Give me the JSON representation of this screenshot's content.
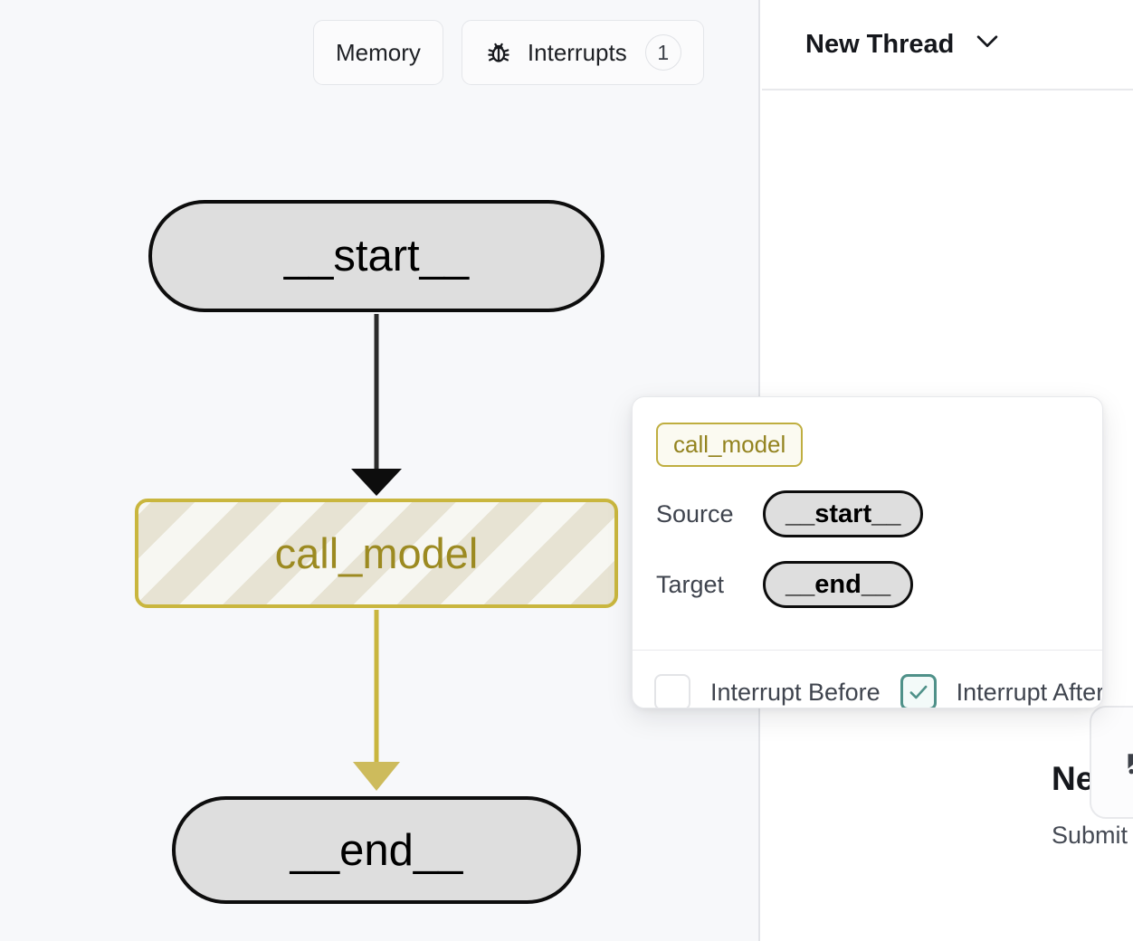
{
  "graph_toolbar": {
    "memory_label": "Memory",
    "interrupts_label": "Interrupts",
    "interrupts_icon": "bug-icon",
    "interrupts_count": "1"
  },
  "graph": {
    "type": "flow-diagram",
    "nodes": [
      {
        "id": "__start__",
        "label": "__start__",
        "shape": "pill",
        "fill": "#dedede",
        "stroke": "#0d0d0d",
        "text_color": "#000000"
      },
      {
        "id": "call_model",
        "label": "call_model",
        "shape": "rounded-rect-striped",
        "fill": "#f7f7f2",
        "stroke": "#c9b63e",
        "text_color": "#9c8a21"
      },
      {
        "id": "__end__",
        "label": "__end__",
        "shape": "pill",
        "fill": "#dedede",
        "stroke": "#0d0d0d",
        "text_color": "#000000"
      }
    ],
    "edges": [
      {
        "source": "__start__",
        "target": "call_model",
        "color": "#2b2b2b"
      },
      {
        "source": "call_model",
        "target": "__end__",
        "color": "#c9b63e"
      }
    ]
  },
  "popup": {
    "badge_label": "call_model",
    "source_label": "Source",
    "source_value": "__start__",
    "target_label": "Target",
    "target_value": "__end__",
    "interrupt_before_label": "Interrupt Before",
    "interrupt_before_checked": false,
    "interrupt_after_label": "Interrupt After",
    "interrupt_after_checked": true,
    "accent_color": "#4f9189",
    "badge_color": "#93831f"
  },
  "right_panel": {
    "thread_title": "New Thread",
    "thread_chevron_icon": "chevron-down-icon",
    "empty_title": "New T",
    "empty_subtitle": "Submit your input"
  }
}
